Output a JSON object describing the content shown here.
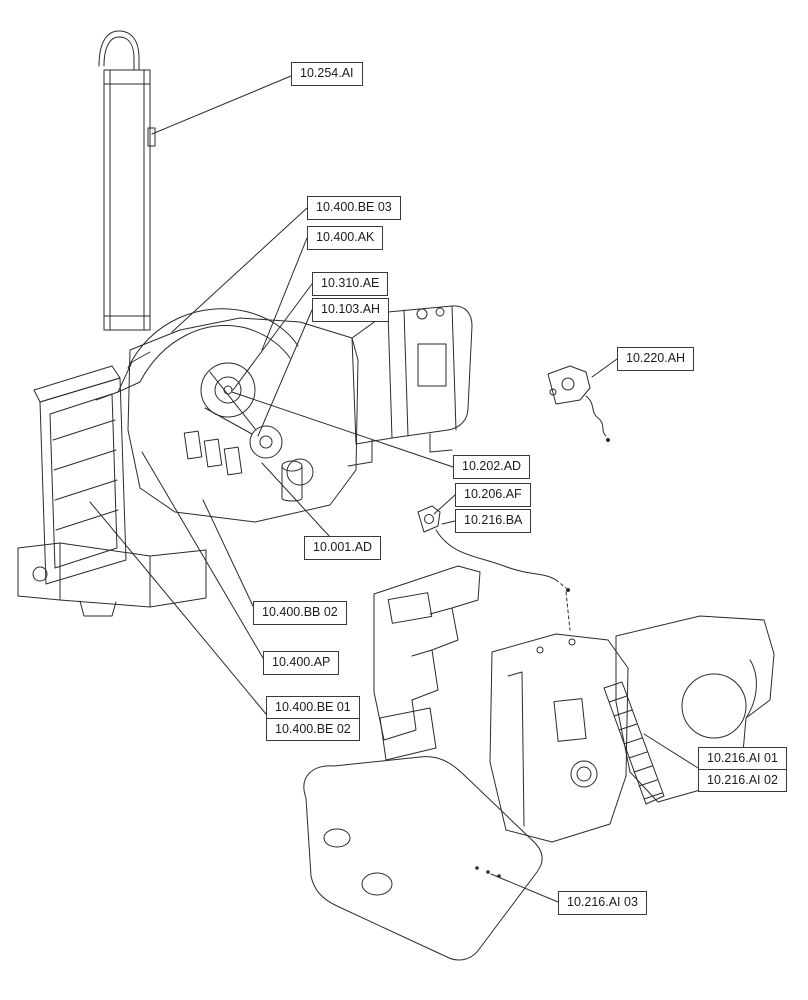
{
  "figure": {
    "type": "parts-diagram",
    "line_color": "#2b2b2b",
    "background": "#ffffff",
    "callout_border": "#3a3a3a"
  },
  "callouts": {
    "c254ai": "10.254.AI",
    "c400be03": "10.400.BE 03",
    "c400ak": "10.400.AK",
    "c310ae": "10.310.AE",
    "c103ah": "10.103.AH",
    "c220ah": "10.220.AH",
    "c202ad": "10.202.AD",
    "c206af": "10.206.AF",
    "c216ba": "10.216.BA",
    "c001ad": "10.001.AD",
    "c400bb02": "10.400.BB 02",
    "c400ap": "10.400.AP",
    "c400be01": "10.400.BE 01",
    "c400be02": "10.400.BE 02",
    "c216ai01": "10.216.AI 01",
    "c216ai02": "10.216.AI 02",
    "c216ai03": "10.216.AI 03"
  }
}
